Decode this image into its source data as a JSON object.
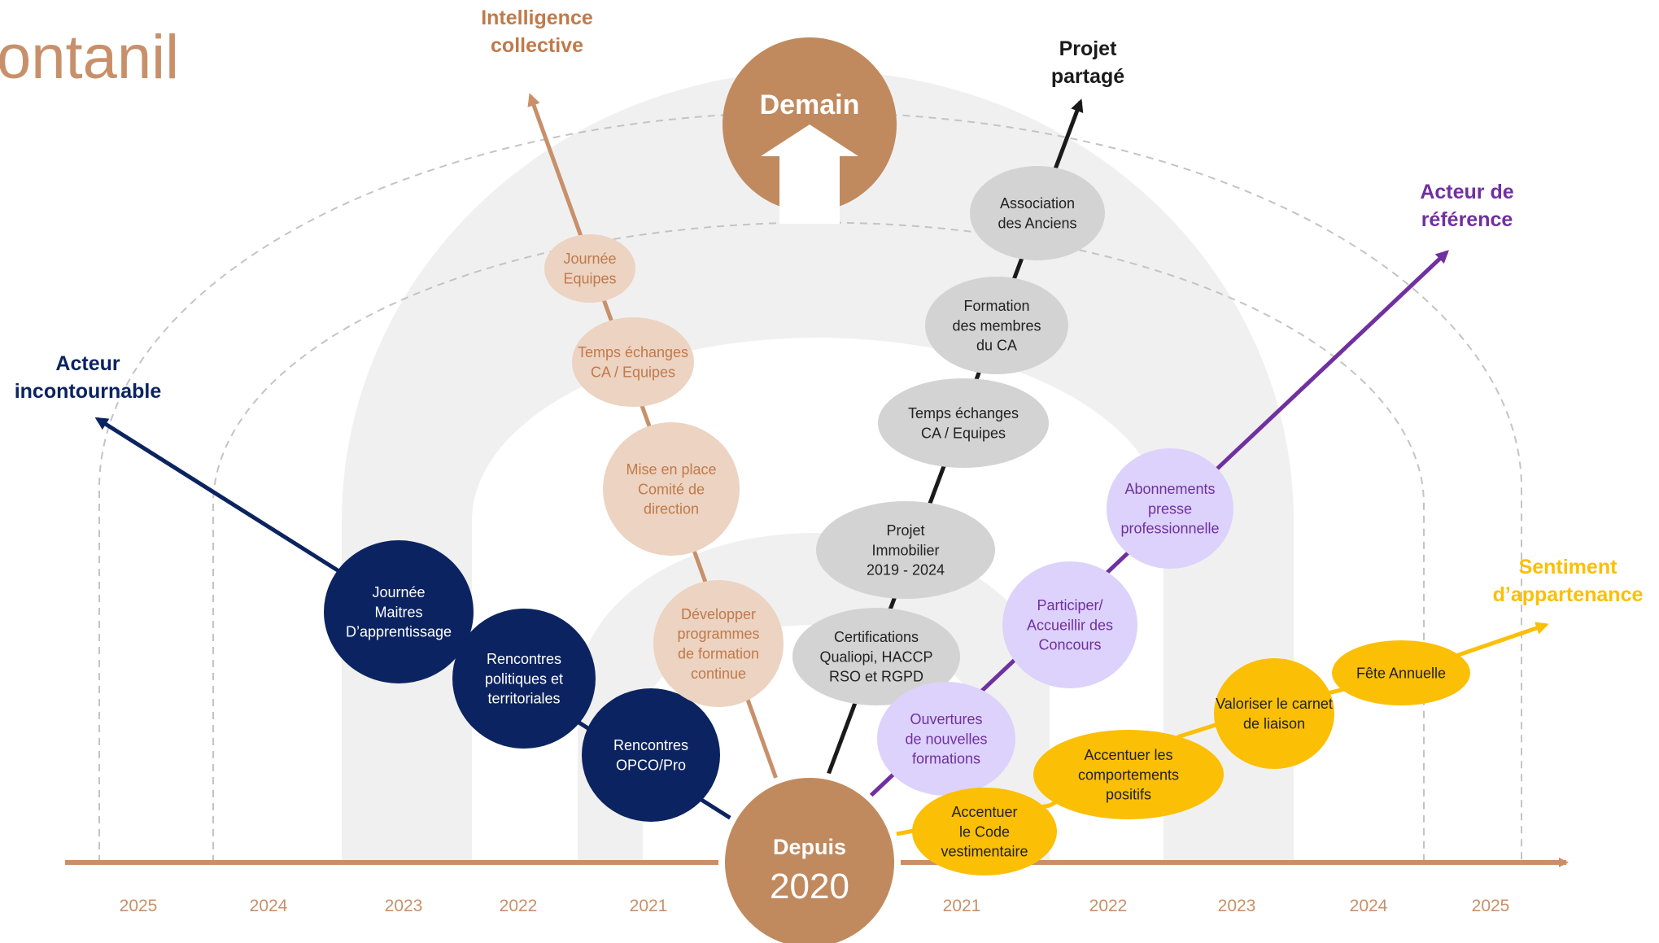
{
  "title_fragment": "ontanil",
  "colors": {
    "axis": "#c8906a",
    "brand": "#c08a5e",
    "navy": "#0b2360",
    "purple": "#7030a0",
    "gold": "#fbbf06",
    "black": "#1a1a1a",
    "tan_bubble": "#ecd3c2",
    "tan_text": "#c07a4a",
    "gray_bubble": "#d3d3d3",
    "lavender_bubble": "#ddd2fb",
    "purple_text": "#7030a0"
  },
  "center": {
    "future_label": "Demain",
    "since_label": "Depuis",
    "since_year": "2020"
  },
  "axis_years": [
    "2025",
    "2024",
    "2023",
    "2022",
    "2021",
    "2021",
    "2022",
    "2023",
    "2024",
    "2025"
  ],
  "branches": {
    "navy": {
      "goal": [
        "Acteur",
        "incontournable"
      ],
      "items": [
        [
          "Journée",
          "Maitres",
          "D’apprentissage"
        ],
        [
          "Rencontres",
          "politiques et",
          "territoriales"
        ],
        [
          "Rencontres",
          "OPCO/Pro"
        ]
      ]
    },
    "tan": {
      "goal": [
        "Intelligence",
        "collective"
      ],
      "items": [
        [
          "Journée",
          "Equipes"
        ],
        [
          "Temps échanges",
          "CA / Equipes"
        ],
        [
          "Mise en place",
          "Comité de",
          "direction"
        ],
        [
          "Développer",
          "programmes",
          "de formation",
          "continue"
        ]
      ]
    },
    "black": {
      "goal": [
        "Projet",
        "partagé"
      ],
      "items": [
        [
          "Association",
          "des Anciens"
        ],
        [
          "Formation",
          "des membres",
          "du CA"
        ],
        [
          "Temps échanges",
          "CA / Equipes"
        ],
        [
          "Projet",
          "Immobilier",
          "2019 - 2024"
        ],
        [
          "Certifications",
          "Qualiopi, HACCP",
          "RSO et RGPD"
        ]
      ]
    },
    "purple": {
      "goal": [
        "Acteur de",
        "référence"
      ],
      "items": [
        [
          "Abonnements",
          "presse",
          "professionnelle"
        ],
        [
          "Participer/",
          "Accueillir des",
          "Concours"
        ],
        [
          "Ouvertures",
          "de nouvelles",
          "formations"
        ]
      ]
    },
    "gold": {
      "goal": [
        "Sentiment",
        "d’appartenance"
      ],
      "items": [
        [
          "Fête Annuelle"
        ],
        [
          "Valoriser le carnet",
          "de liaison"
        ],
        [
          "Accentuer les",
          "comportements",
          "positifs"
        ],
        [
          "Accentuer",
          "le Code",
          "vestimentaire"
        ]
      ]
    }
  }
}
